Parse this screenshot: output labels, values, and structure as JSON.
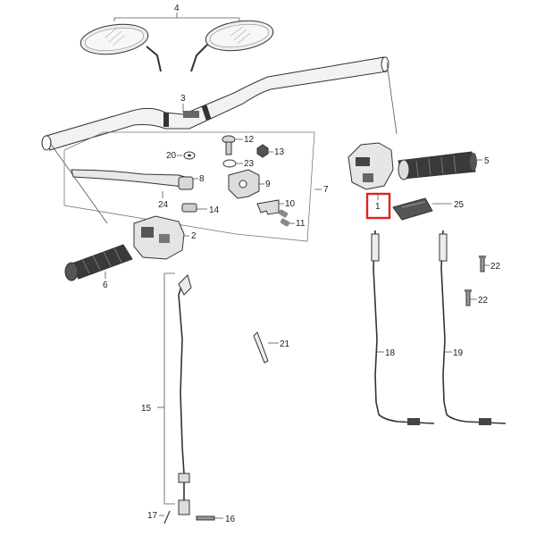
{
  "diagram": {
    "highlight_color": "#e2231a",
    "highlighted_part": "1",
    "callouts": {
      "p1": "1",
      "p2": "2",
      "p3": "3",
      "p4": "4",
      "p5": "5",
      "p6": "6",
      "p7": "7",
      "p8": "8",
      "p9": "9",
      "p10": "10",
      "p11": "11",
      "p12": "12",
      "p13": "13",
      "p14": "14",
      "p15": "15",
      "p16": "16",
      "p17": "17",
      "p18": "18",
      "p19": "19",
      "p20": "20",
      "p21": "21",
      "p22a": "22",
      "p22b": "22",
      "p23": "23",
      "p24": "24",
      "p25": "25"
    }
  }
}
